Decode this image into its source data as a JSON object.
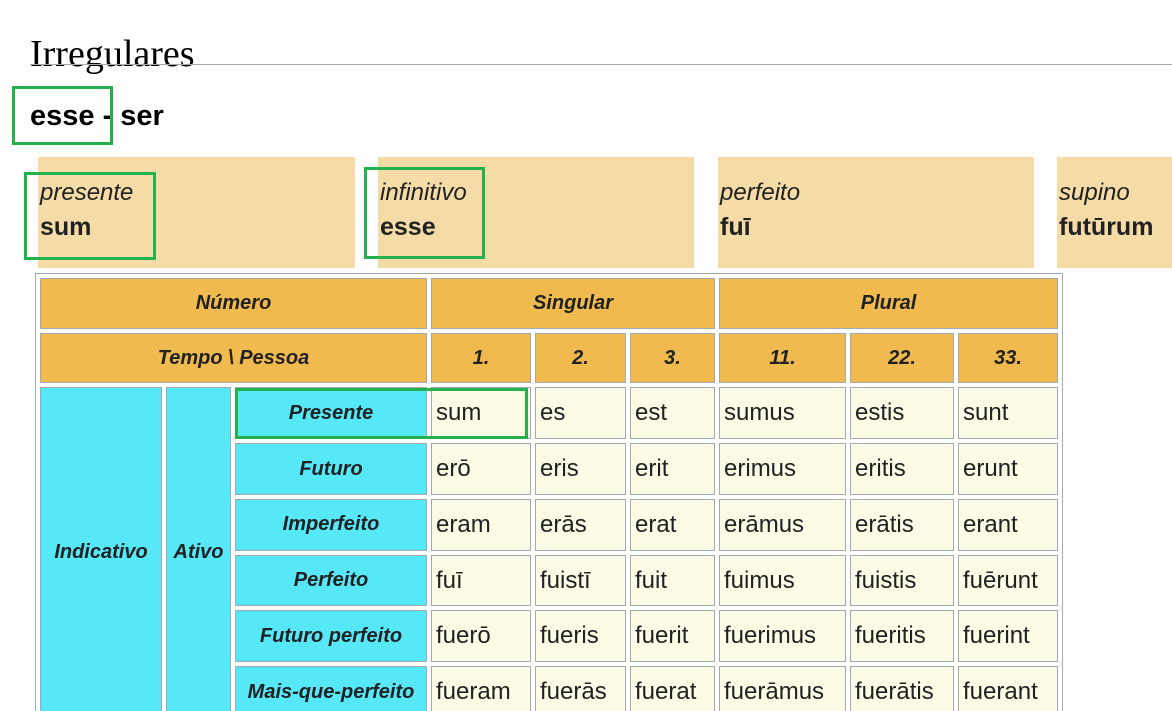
{
  "page": {
    "title": "Irregulares"
  },
  "verb": {
    "infinitive": "esse",
    "translation_sep": " - ",
    "translation": "ser"
  },
  "principal_parts": [
    {
      "label": "presente",
      "value": "sum"
    },
    {
      "label": "infinitivo",
      "value": "esse"
    },
    {
      "label": "perfeito",
      "value": "fuī"
    },
    {
      "label": "supino",
      "value": "futūrum"
    }
  ],
  "table": {
    "header_numero": "Número",
    "header_singular": "Singular",
    "header_plural": "Plural",
    "header_tempo_pessoa": "Tempo \\ Pessoa",
    "persons": [
      "1.",
      "2.",
      "3.",
      "11.",
      "22.",
      "33."
    ],
    "mood": "Indicativo",
    "voice": "Ativo",
    "rows": [
      {
        "tense": "Presente",
        "forms": [
          "sum",
          "es",
          "est",
          "sumus",
          "estis",
          "sunt"
        ]
      },
      {
        "tense": "Futuro",
        "forms": [
          "erō",
          "eris",
          "erit",
          "erimus",
          "eritis",
          "erunt"
        ]
      },
      {
        "tense": "Imperfeito",
        "forms": [
          "eram",
          "erās",
          "erat",
          "erāmus",
          "erātis",
          "erant"
        ]
      },
      {
        "tense": "Perfeito",
        "forms": [
          "fuī",
          "fuistī",
          "fuit",
          "fuimus",
          "fuistis",
          "fuērunt"
        ]
      },
      {
        "tense": "Futuro perfeito",
        "forms": [
          "fuerō",
          "fueris",
          "fuerit",
          "fuerimus",
          "fueritis",
          "fuerint"
        ]
      },
      {
        "tense": "Mais-que-perfeito",
        "forms": [
          "fueram",
          "fuerās",
          "fuerat",
          "fuerāmus",
          "fuerātis",
          "fuerant"
        ]
      }
    ]
  },
  "colors": {
    "principal_part_bg": "#f5dca6",
    "header_bg": "#f0ba4f",
    "label_cell_bg": "#56e8f7",
    "form_cell_bg": "#fbfbe6",
    "highlight_border": "#22b14c"
  }
}
